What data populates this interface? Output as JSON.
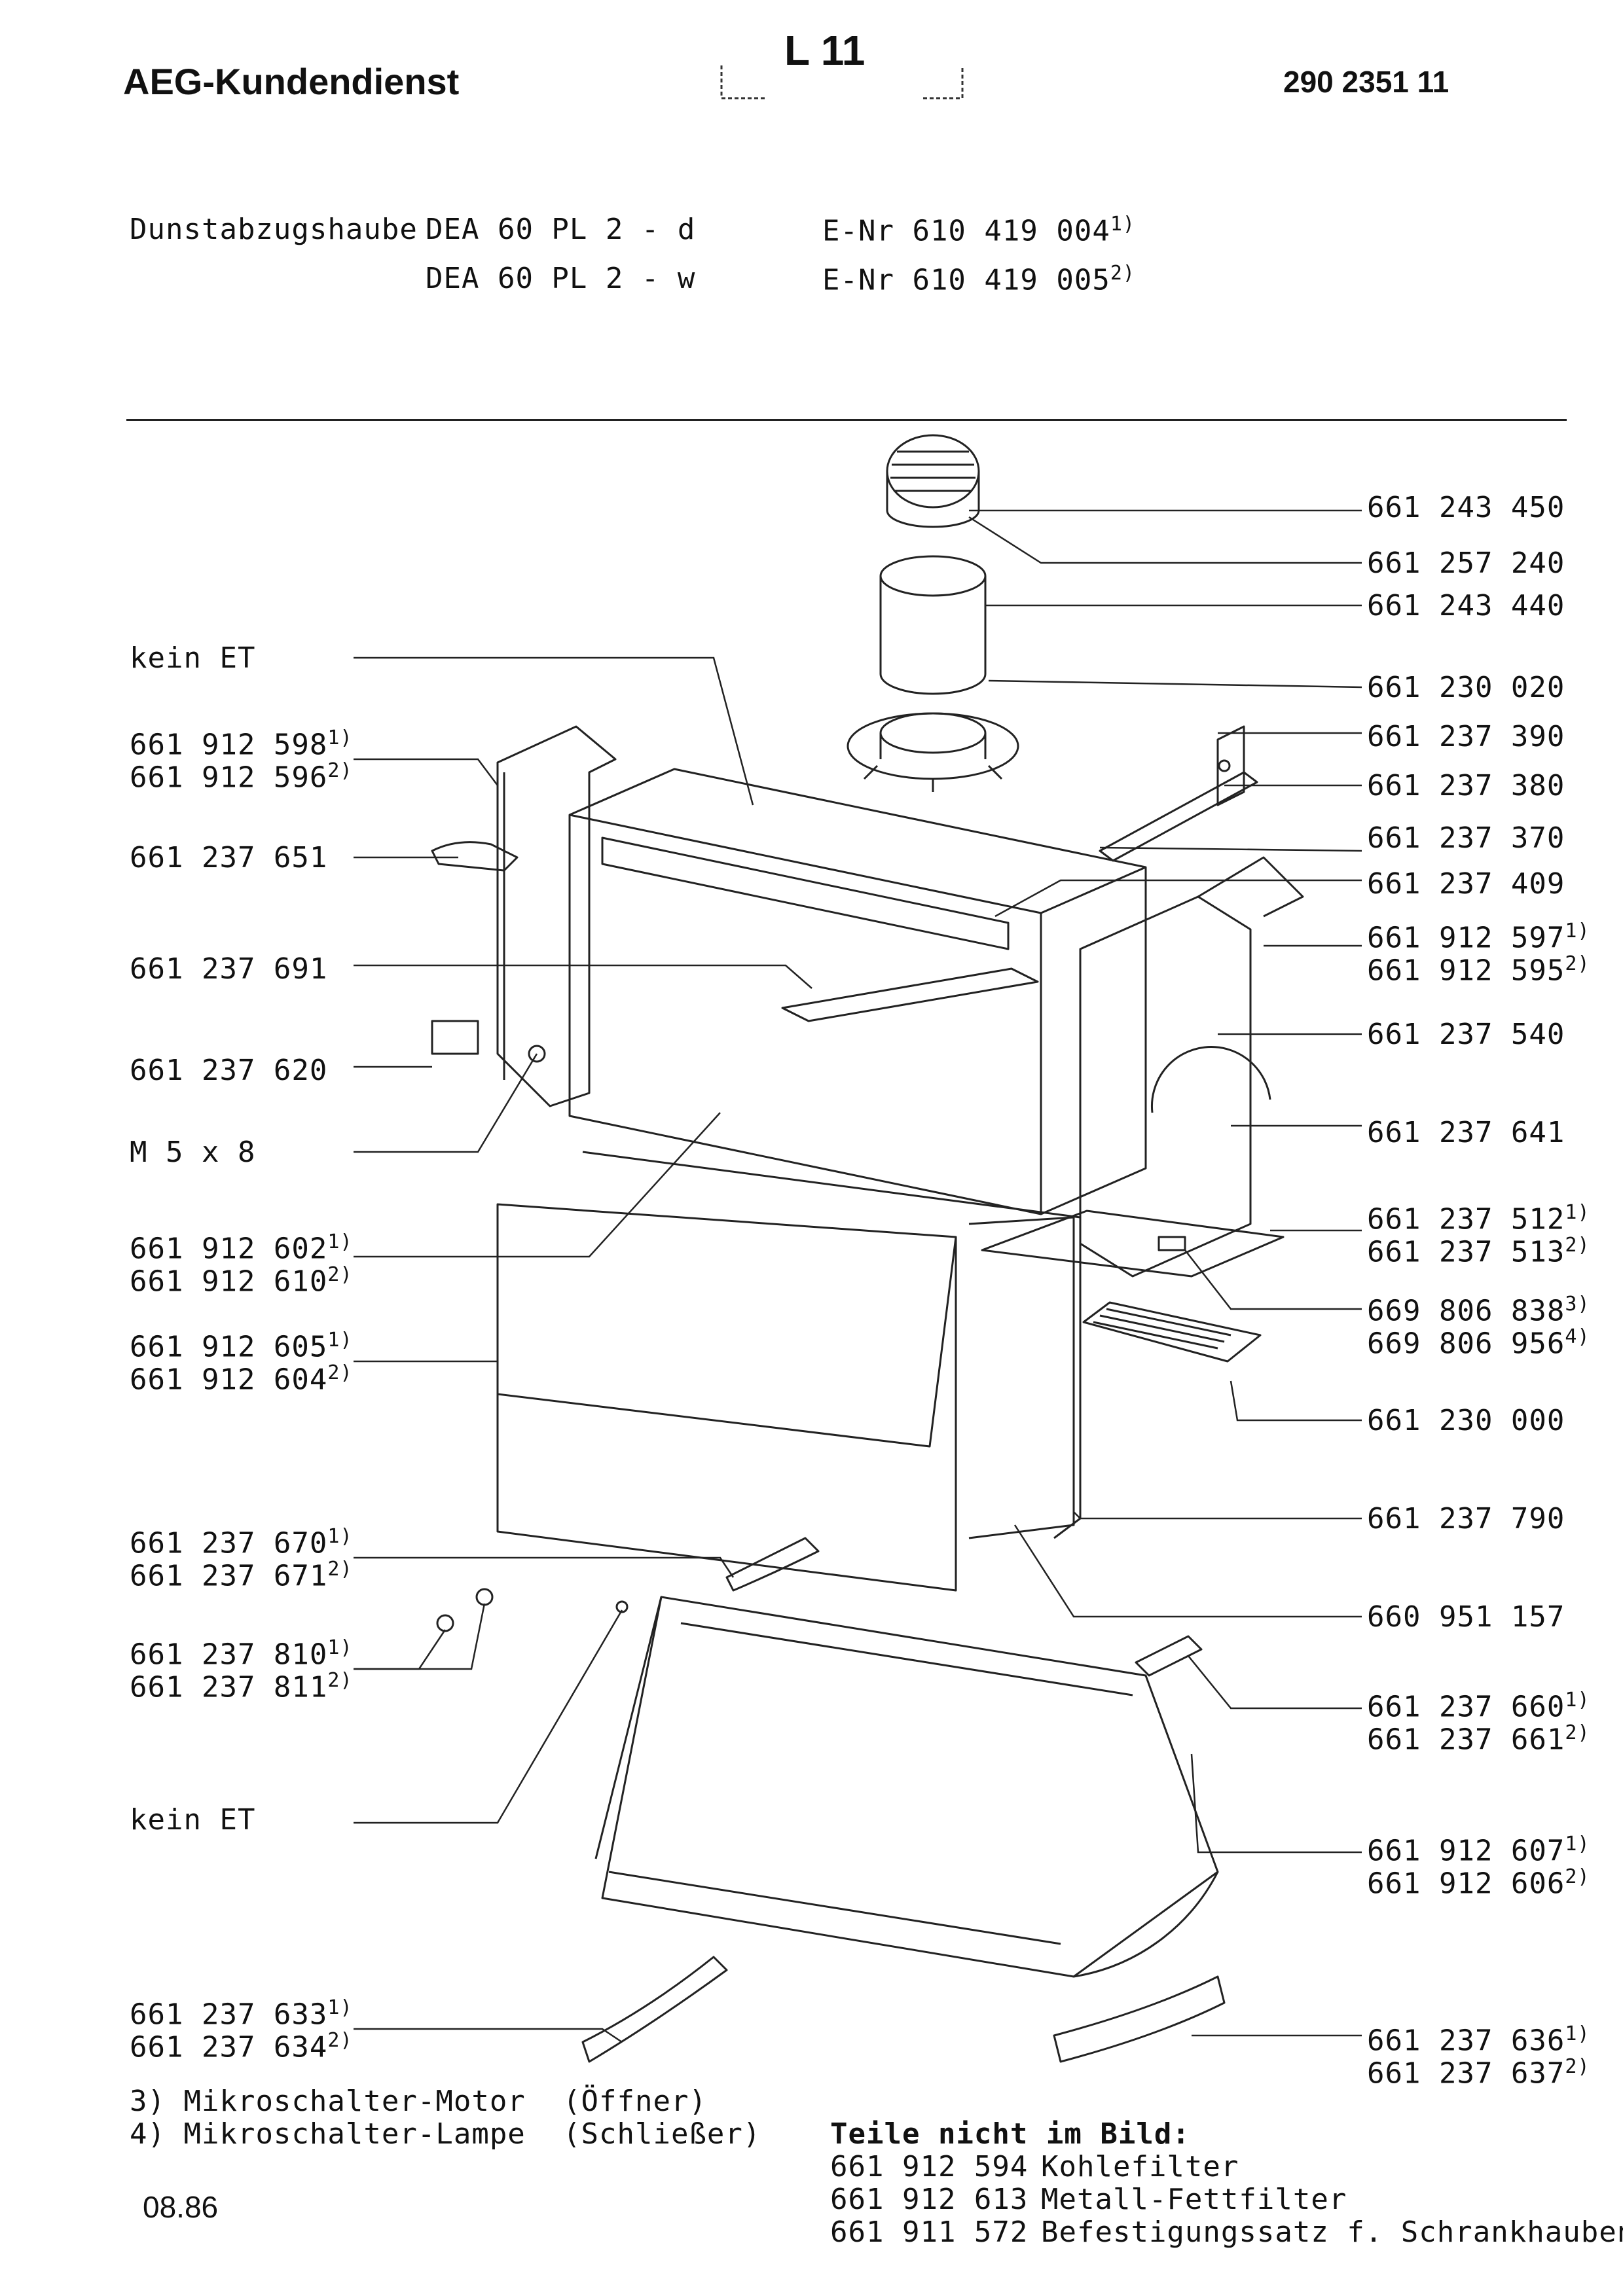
{
  "header": {
    "brand": "AEG-Kundendienst",
    "sheet_code": "L 11",
    "doc_number": "290 2351 11"
  },
  "product": {
    "name": "Dunstabzugshaube",
    "models": [
      {
        "model": "DEA 60 PL 2 - d",
        "enr": "E-Nr 610 419 004",
        "note": "1)"
      },
      {
        "model": "DEA 60 PL 2 - w",
        "enr": "E-Nr 610 419 005",
        "note": "2)"
      }
    ]
  },
  "labels_left": [
    {
      "text": "kein ET",
      "sup": ""
    },
    {
      "text": "661 912 598",
      "sup": "1)"
    },
    {
      "text": "661 912 596",
      "sup": "2)"
    },
    {
      "text": "661 237 651",
      "sup": ""
    },
    {
      "text": "661 237 691",
      "sup": ""
    },
    {
      "text": "661 237 620",
      "sup": ""
    },
    {
      "text": "M 5 x 8",
      "sup": ""
    },
    {
      "text": "661 912 602",
      "sup": "1)"
    },
    {
      "text": "661 912 610",
      "sup": "2)"
    },
    {
      "text": "661 912 605",
      "sup": "1)"
    },
    {
      "text": "661 912 604",
      "sup": "2)"
    },
    {
      "text": "661 237 670",
      "sup": "1)"
    },
    {
      "text": "661 237 671",
      "sup": "2)"
    },
    {
      "text": "661 237 810",
      "sup": "1)"
    },
    {
      "text": "661 237 811",
      "sup": "2)"
    },
    {
      "text": "kein ET",
      "sup": ""
    },
    {
      "text": "661 237 633",
      "sup": "1)"
    },
    {
      "text": "661 237 634",
      "sup": "2)"
    }
  ],
  "labels_right": [
    {
      "text": "661 243 450",
      "sup": ""
    },
    {
      "text": "661 257 240",
      "sup": ""
    },
    {
      "text": "661 243 440",
      "sup": ""
    },
    {
      "text": "661 230 020",
      "sup": ""
    },
    {
      "text": "661 237 390",
      "sup": ""
    },
    {
      "text": "661 237 380",
      "sup": ""
    },
    {
      "text": "661 237 370",
      "sup": ""
    },
    {
      "text": "661 237 409",
      "sup": ""
    },
    {
      "text": "661 912 597",
      "sup": "1)"
    },
    {
      "text": "661 912 595",
      "sup": "2)"
    },
    {
      "text": "661 237 540",
      "sup": ""
    },
    {
      "text": "661 237 641",
      "sup": ""
    },
    {
      "text": "661 237 512",
      "sup": "1)"
    },
    {
      "text": "661 237 513",
      "sup": "2)"
    },
    {
      "text": "669 806 838",
      "sup": "3)"
    },
    {
      "text": "669 806 956",
      "sup": "4)"
    },
    {
      "text": "661 230 000",
      "sup": ""
    },
    {
      "text": "661 237 790",
      "sup": ""
    },
    {
      "text": "660 951 157",
      "sup": ""
    },
    {
      "text": "661 237 660",
      "sup": "1)"
    },
    {
      "text": "661 237 661",
      "sup": "2)"
    },
    {
      "text": "661 912 607",
      "sup": "1)"
    },
    {
      "text": "661 912 606",
      "sup": "2)"
    },
    {
      "text": "661 237 636",
      "sup": "1)"
    },
    {
      "text": "661 237 637",
      "sup": "2)"
    }
  ],
  "footnotes": [
    {
      "num": "3)",
      "text": "Mikroschalter-Motor",
      "type": "(Öffner)"
    },
    {
      "num": "4)",
      "text": "Mikroschalter-Lampe",
      "type": "(Schließer)"
    }
  ],
  "not_shown": {
    "title": "Teile nicht im Bild:",
    "items": [
      {
        "part": "661 912 594",
        "desc": "Kohlefilter"
      },
      {
        "part": "661 912 613",
        "desc": "Metall-Fettfilter"
      },
      {
        "part": "661 911 572",
        "desc": "Befestigungssatz f. Schrankhauben"
      }
    ]
  },
  "date": "08.86"
}
